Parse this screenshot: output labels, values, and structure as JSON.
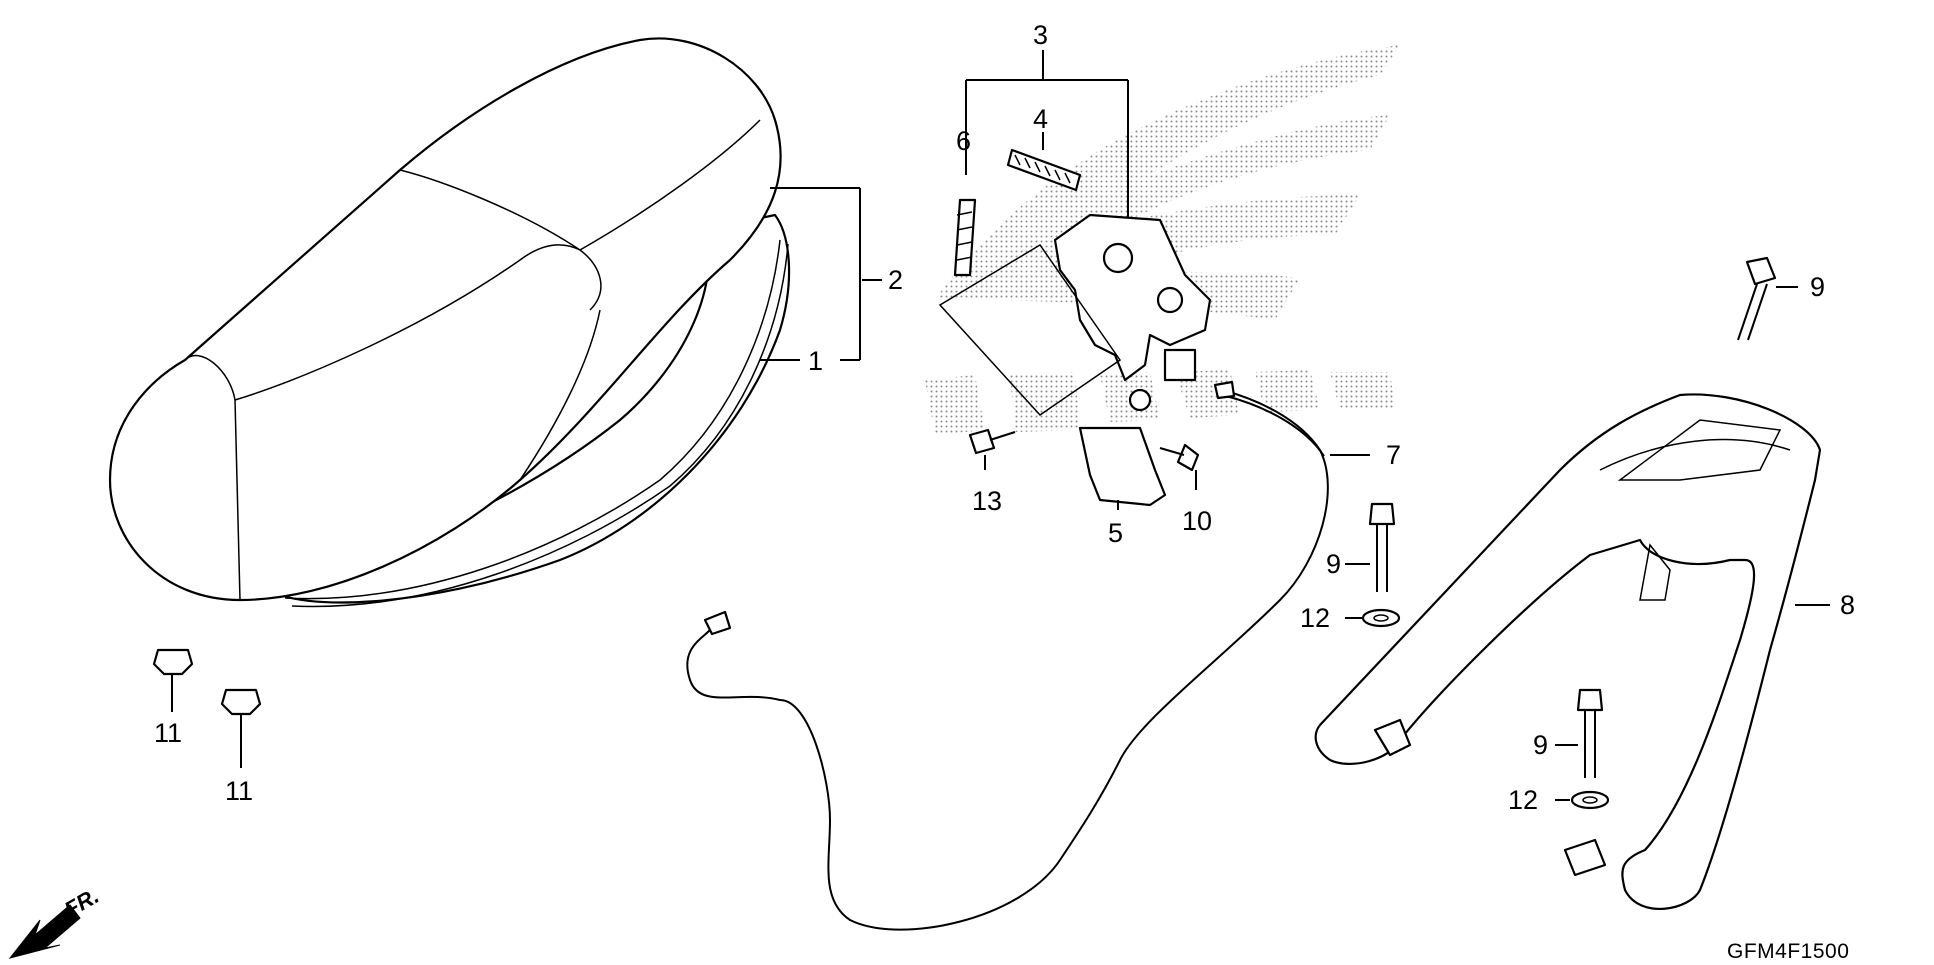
{
  "diagram": {
    "callouts": {
      "seat_bottom": "1",
      "seat_assembly": "2",
      "lock_assembly": "3",
      "spring": "4",
      "plate": "5",
      "spring_small": "6",
      "cable": "7",
      "grab_rail": "8",
      "bolt_top": "9",
      "bolt_mid": "9",
      "bolt_low": "9",
      "bolt_lock": "10",
      "nut_a": "11",
      "nut_b": "11",
      "washer_mid": "12",
      "washer_low": "12",
      "bolt_front": "13"
    },
    "front_indicator": "FR.",
    "diagram_code": "GFM4F1500"
  },
  "colors": {
    "line": "#000000",
    "background": "#ffffff",
    "watermark_dots": "#8a8a8a"
  },
  "icons": [
    "front-direction-arrow-icon",
    "brand-wing-watermark"
  ]
}
